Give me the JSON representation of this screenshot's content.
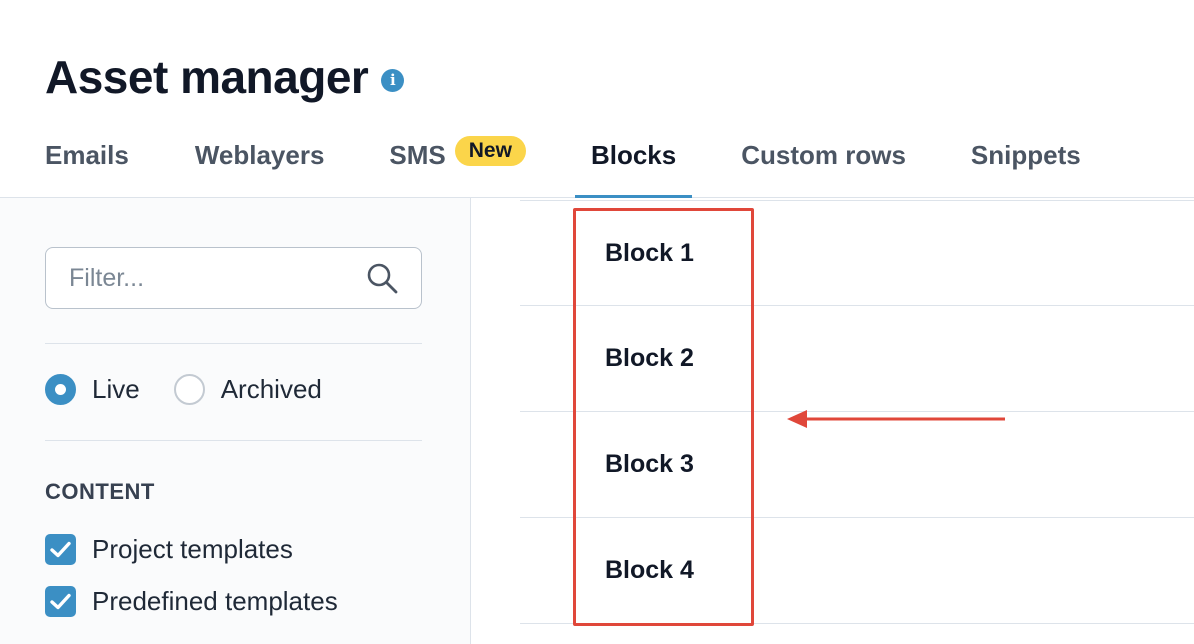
{
  "header": {
    "title": "Asset manager",
    "info_icon": "info-icon"
  },
  "tabs": [
    {
      "label": "Emails",
      "active": false
    },
    {
      "label": "Weblayers",
      "active": false
    },
    {
      "label": "SMS",
      "badge": "New",
      "active": false
    },
    {
      "label": "Blocks",
      "active": true
    },
    {
      "label": "Custom rows",
      "active": false
    },
    {
      "label": "Snippets",
      "active": false
    }
  ],
  "sidebar": {
    "filter_placeholder": "Filter...",
    "filter_value": "",
    "status_options": [
      {
        "label": "Live",
        "selected": true
      },
      {
        "label": "Archived",
        "selected": false
      }
    ],
    "content_title": "CONTENT",
    "content_options": [
      {
        "label": "Project templates",
        "checked": true
      },
      {
        "label": "Predefined templates",
        "checked": true
      }
    ]
  },
  "blocks": [
    {
      "name": "Block 1"
    },
    {
      "name": "Block 2"
    },
    {
      "name": "Block 3"
    },
    {
      "name": "Block 4"
    }
  ],
  "colors": {
    "accent": "#3b8fc4",
    "badge": "#fbd54a",
    "annotation": "#e0473a"
  }
}
